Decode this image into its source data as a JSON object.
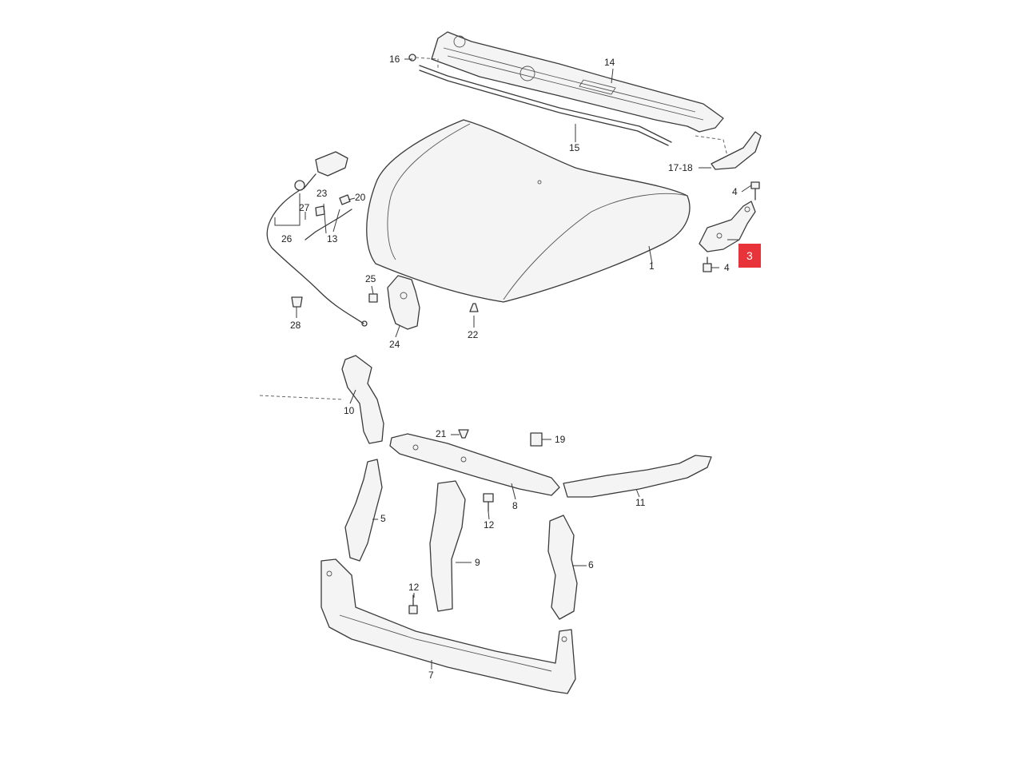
{
  "callouts": [
    {
      "id": "1",
      "label": "1"
    },
    {
      "id": "3",
      "label": "3",
      "highlighted": true
    },
    {
      "id": "4a",
      "label": "4"
    },
    {
      "id": "4b",
      "label": "4"
    },
    {
      "id": "5",
      "label": "5"
    },
    {
      "id": "6",
      "label": "6"
    },
    {
      "id": "7",
      "label": "7"
    },
    {
      "id": "8",
      "label": "8"
    },
    {
      "id": "9",
      "label": "9"
    },
    {
      "id": "10",
      "label": "10"
    },
    {
      "id": "11",
      "label": "11"
    },
    {
      "id": "12a",
      "label": "12"
    },
    {
      "id": "12b",
      "label": "12"
    },
    {
      "id": "13",
      "label": "13"
    },
    {
      "id": "14",
      "label": "14"
    },
    {
      "id": "15",
      "label": "15"
    },
    {
      "id": "16",
      "label": "16"
    },
    {
      "id": "1718",
      "label": "17-18"
    },
    {
      "id": "19",
      "label": "19"
    },
    {
      "id": "20",
      "label": "20"
    },
    {
      "id": "21",
      "label": "21"
    },
    {
      "id": "22",
      "label": "22"
    },
    {
      "id": "23",
      "label": "23"
    },
    {
      "id": "24",
      "label": "24"
    },
    {
      "id": "25",
      "label": "25"
    },
    {
      "id": "26",
      "label": "26"
    },
    {
      "id": "27",
      "label": "27"
    },
    {
      "id": "28",
      "label": "28"
    }
  ],
  "colors": {
    "highlight": "#e8333b",
    "line": "#3a3a3a",
    "background": "#ffffff"
  }
}
